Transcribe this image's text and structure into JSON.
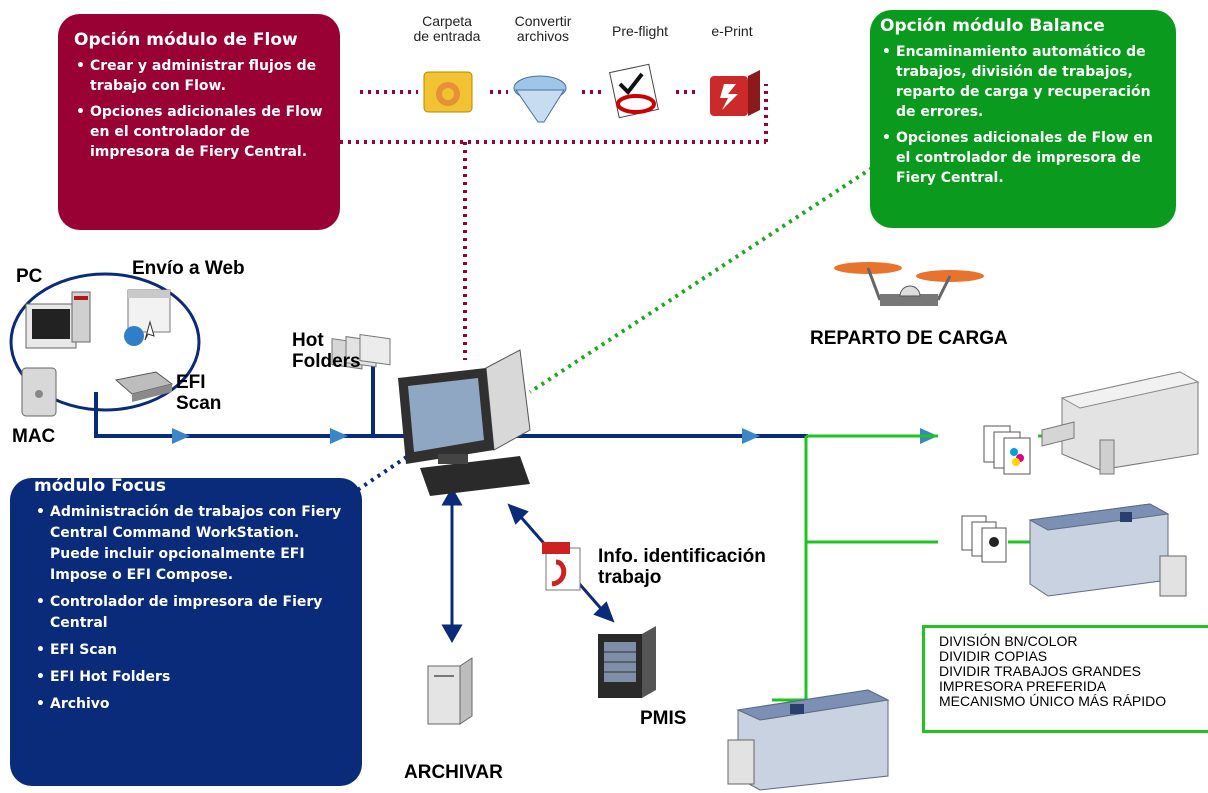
{
  "flow_module": {
    "title": "Opción módulo de Flow",
    "items": [
      "Crear y administrar flujos de trabajo con Flow.",
      "Opciones adicionales de Flow en el controlador de impresora de Fiery Central."
    ]
  },
  "balance_module": {
    "title": "Opción módulo Balance",
    "items": [
      "Encaminamiento automático de trabajos, división de trabajos, reparto de carga y recuperación de errores.",
      "Opciones adicionales de Flow en el controlador de impresora de Fiery Central."
    ]
  },
  "focus_module": {
    "title": "módulo Focus",
    "items": [
      "Administración de trabajos con Fiery Central Command WorkStation. Puede incluir opcionalmente EFI Impose o EFI Compose.",
      "Controlador de impresora de Fiery Central",
      "EFI Scan",
      "EFI Hot Folders",
      "Archivo"
    ]
  },
  "flow_steps": [
    {
      "label_line1": "Carpeta",
      "label_line2": "de entrada",
      "icon": "folder-icon"
    },
    {
      "label_line1": "Convertir",
      "label_line2": "archivos",
      "icon": "funnel-icon"
    },
    {
      "label_line1": "Pre-flight",
      "label_line2": "",
      "icon": "checklist-icon"
    },
    {
      "label_line1": "e-Print",
      "label_line2": "",
      "icon": "eprint-icon"
    }
  ],
  "labels": {
    "pc": "PC",
    "mac": "MAC",
    "web_submit": "Envío a Web",
    "efi_scan_1": "EFI",
    "efi_scan_2": "Scan",
    "hot_folders_1": "Hot",
    "hot_folders_2": "Folders",
    "load_balance": "REPARTO DE CARGA",
    "job_info_1": "Info. identificación",
    "job_info_2": "trabajo",
    "pmis": "PMIS",
    "archive": "ARCHIVAR"
  },
  "split_options": [
    "DIVISIÓN BN/COLOR",
    "DIVIDIR COPIAS",
    "DIVIDIR TRABAJOS GRANDES",
    "IMPRESORA PREFERIDA",
    "MECANISMO ÚNICO MÁS RÁPIDO"
  ],
  "colors": {
    "flow": "#990033",
    "balance": "#0a9a1e",
    "focus": "#0a2a7a",
    "network_line": "#0a2a7a",
    "arrow": "#3a86c8",
    "green_line": "#1fc41f"
  }
}
